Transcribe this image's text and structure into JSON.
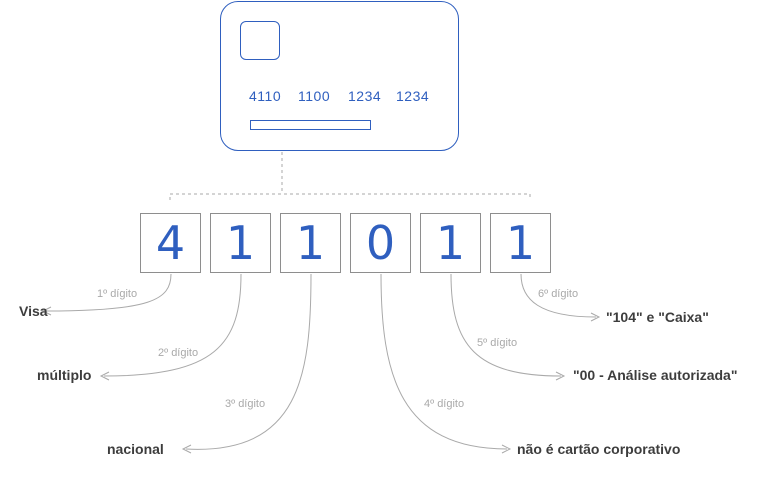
{
  "card": {
    "groups": [
      "4110",
      "1100",
      "1234",
      "1234"
    ]
  },
  "digits": [
    "4",
    "1",
    "1",
    "0",
    "1",
    "1"
  ],
  "digit_labels": [
    "1º dígito",
    "2º dígito",
    "3º dígito",
    "4º dígito",
    "5º dígito",
    "6º dígito"
  ],
  "meanings": [
    "Visa",
    "múltiplo",
    "nacional",
    "não é cartão corporativo",
    "\"00 - Análise autorizada\"",
    "\"104\" e \"Caixa\""
  ],
  "colors": {
    "accent": "#2f5fbf",
    "connector": "#a9a9a9",
    "text": "#3d3d3d"
  }
}
